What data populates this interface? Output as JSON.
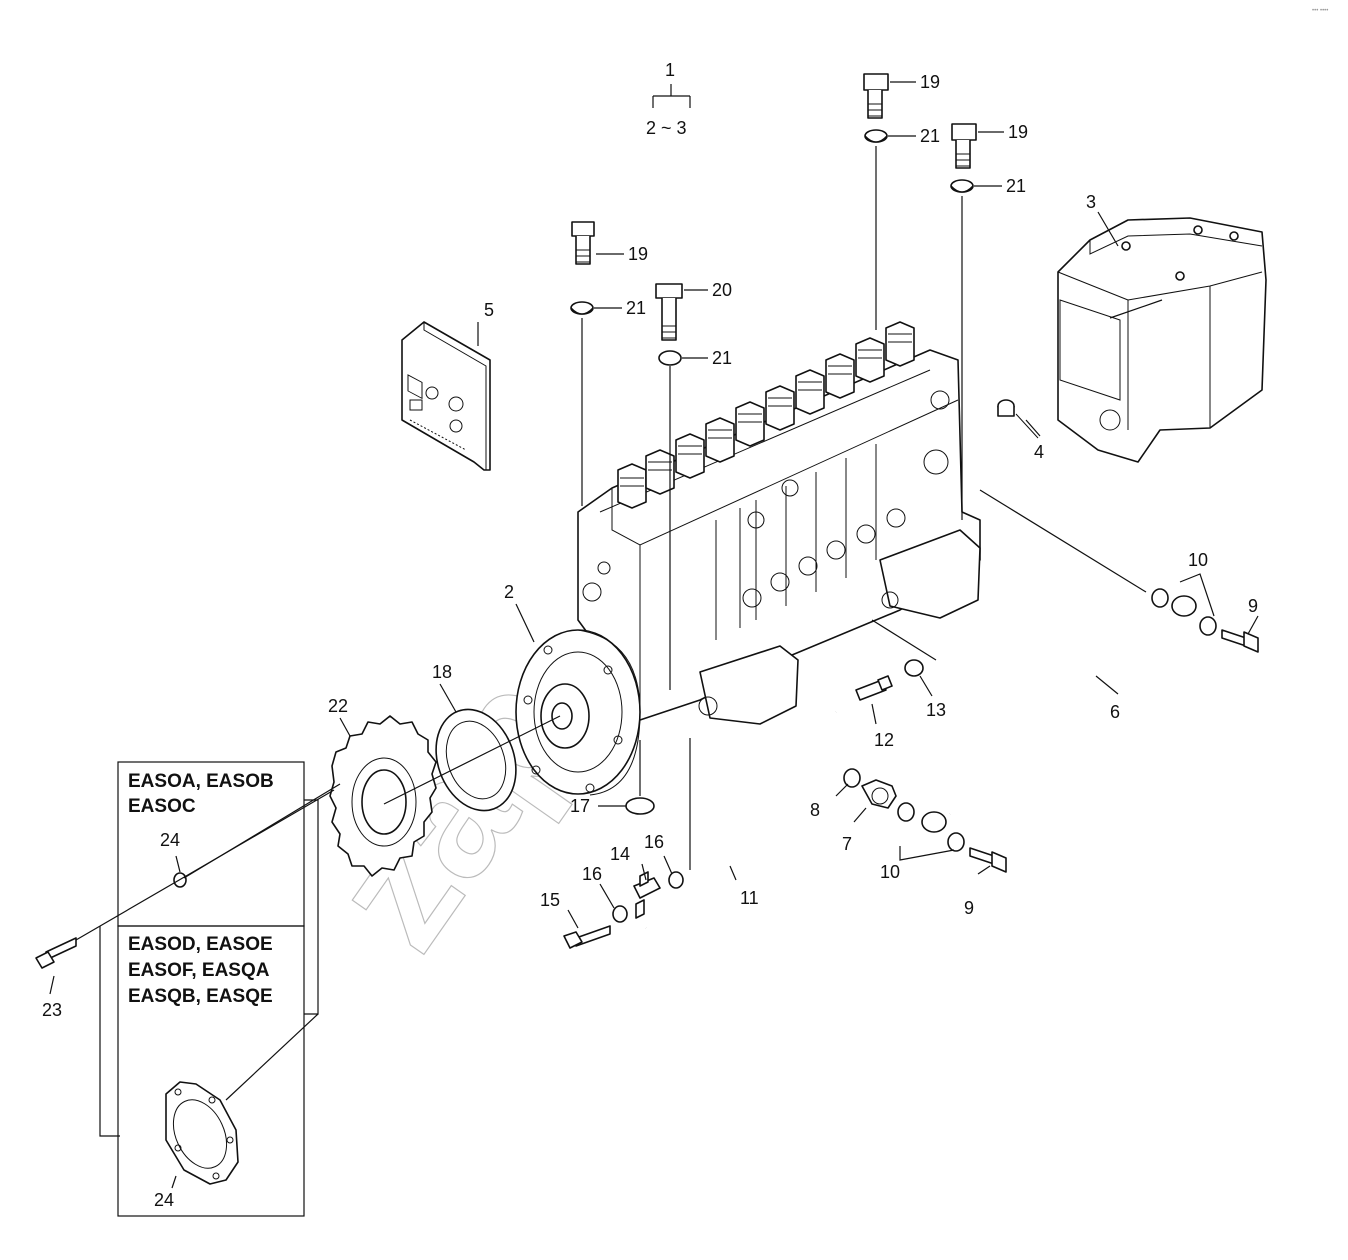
{
  "corner_mark": "••• ••••",
  "assembly": {
    "parent": "1",
    "range": "2 ~ 3"
  },
  "callouts": {
    "c2": "2",
    "c3": "3",
    "c4": "4",
    "c5": "5",
    "c6": "6",
    "c7": "7",
    "c8": "8",
    "c9a": "9",
    "c9b": "9",
    "c10a": "10",
    "c10b": "10",
    "c11": "11",
    "c12": "12",
    "c13": "13",
    "c14": "14",
    "c15": "15",
    "c16a": "16",
    "c16b": "16",
    "c17": "17",
    "c18": "18",
    "c19a": "19",
    "c19b": "19",
    "c19c": "19",
    "c20": "20",
    "c21a": "21",
    "c21b": "21",
    "c21c": "21",
    "c21d": "21",
    "c22": "22",
    "c23": "23",
    "c24a": "24",
    "c24b": "24"
  },
  "variant_boxes": {
    "box1_line1": "EASOA, EASOB",
    "box1_line2": "EASOC",
    "box2_line1": "EASOD, EASOE",
    "box2_line2": "EASOF, EASQA",
    "box2_line3": "EASQB, EASQE"
  },
  "watermark": "zap",
  "colors": {
    "ink": "#111111",
    "watermark": "#bbbbbb",
    "background": "#ffffff"
  }
}
